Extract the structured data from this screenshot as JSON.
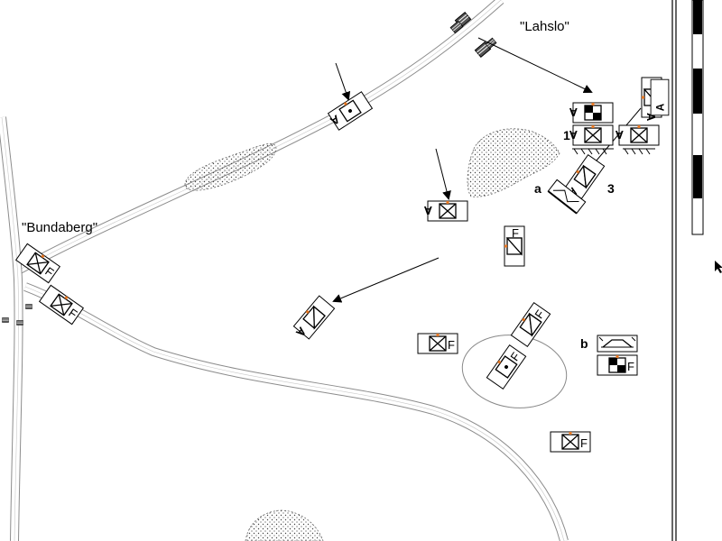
{
  "map": {
    "places": {
      "lahslo": "\"Lahslo\"",
      "bundaberg": "\"Bundaberg\""
    },
    "annotations": {
      "a": "a",
      "b": "b",
      "one": "1",
      "three": "3"
    },
    "unit_letters": {
      "f": "F",
      "a": "A"
    },
    "colors": {
      "ink": "#000000",
      "road": "#8c8c8c",
      "road_fill": "#ffffff",
      "forest_dot": "#444444",
      "hq_marker": "#e87722"
    }
  }
}
